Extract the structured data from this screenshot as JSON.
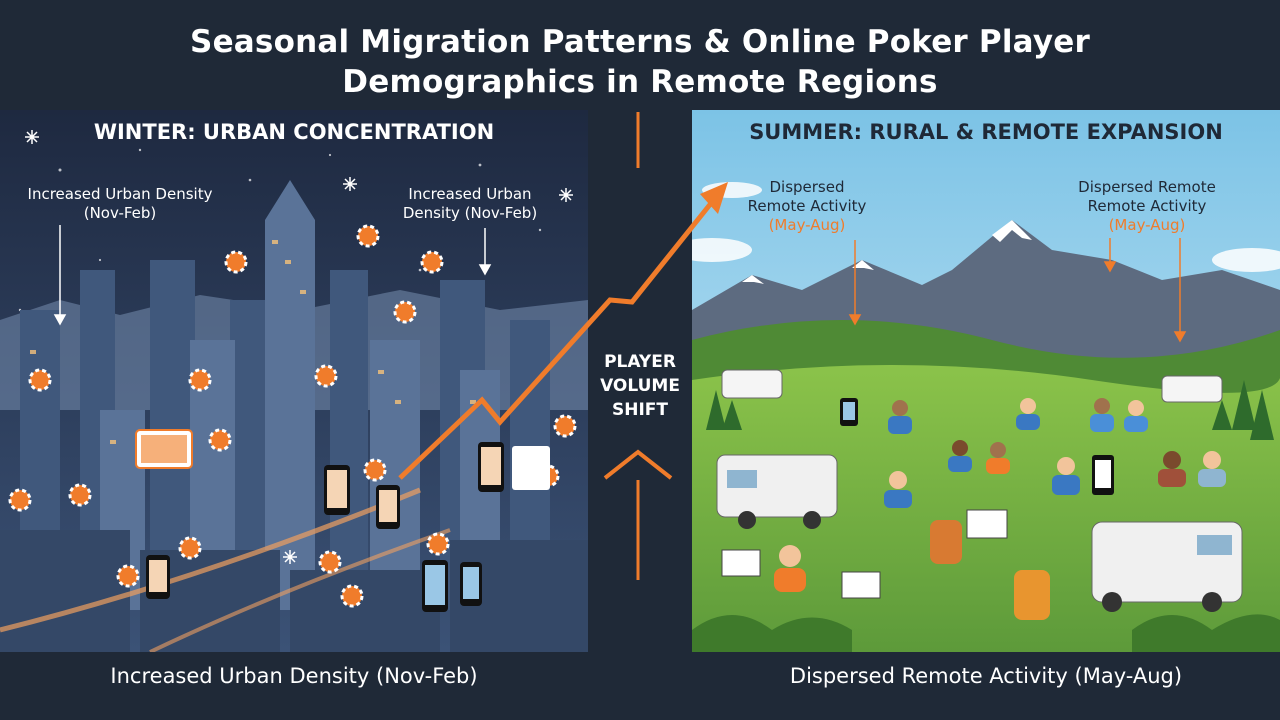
{
  "title": {
    "line1": "Seasonal Migration Patterns & Online Poker Player",
    "line2": "Demographics in Remote Regions"
  },
  "winter": {
    "heading": "WINTER: URBAN CONCENTRATION",
    "callout_left": {
      "line1": "Increased Urban Density",
      "line2": "(Nov-Feb)"
    },
    "callout_right": {
      "line1": "Increased Urban",
      "line2": "Density (Nov-Feb)"
    },
    "bottom_label": "Increased Urban Density (Nov-Feb)"
  },
  "summer": {
    "heading": "SUMMER: RURAL & REMOTE EXPANSION",
    "callout_left": {
      "line1": "Dispersed",
      "line2": "Remote Activity",
      "line3": "(May-Aug)"
    },
    "callout_right": {
      "line1": "Dispersed Remote",
      "line2": "Remote Activity",
      "line3": "(May-Aug)"
    },
    "bottom_label": "Dispersed Remote Activity (May-Aug)"
  },
  "center": {
    "line1": "PLAYER",
    "line2": "VOLUME",
    "line3": "SHIFT"
  },
  "colors": {
    "background": "#1f2937",
    "accent": "#f07c2b",
    "winter_sky": "#2b3a55",
    "summer_sky": "#a8d8ef",
    "grass": "#6aa84f"
  }
}
